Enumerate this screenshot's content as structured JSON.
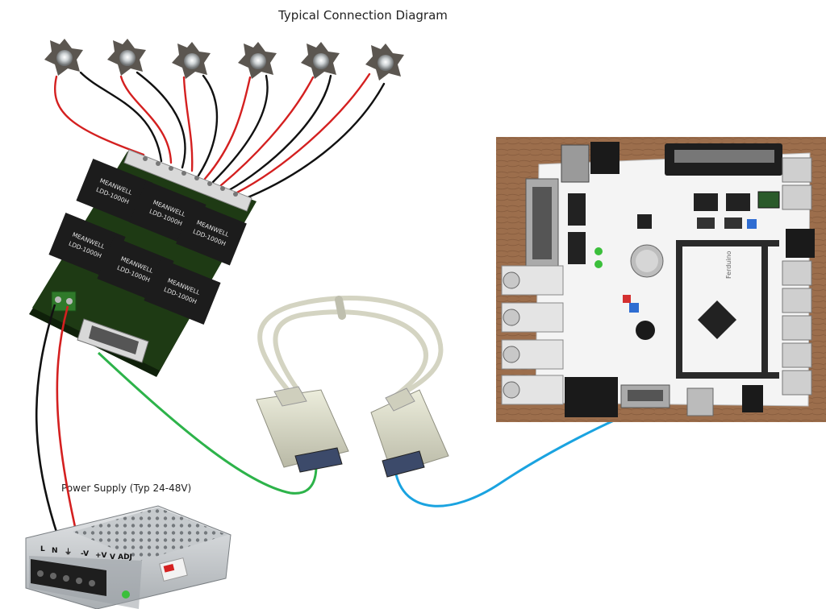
{
  "diagram": {
    "title": "Typical Connection Diagram",
    "power_supply_label": "Power Supply (Typ 24-48V)"
  },
  "driver_board": {
    "modules": [
      {
        "brand": "MEANWELL",
        "model": "LDD-1000H"
      },
      {
        "brand": "MEANWELL",
        "model": "LDD-1000H"
      },
      {
        "brand": "MEANWELL",
        "model": "LDD-1000H"
      },
      {
        "brand": "MEANWELL",
        "model": "LDD-1000H"
      },
      {
        "brand": "MEANWELL",
        "model": "LDD-1000H"
      },
      {
        "brand": "MEANWELL",
        "model": "LDD-1000H"
      }
    ]
  },
  "power_supply": {
    "terminals": [
      "L",
      "N",
      "⏚",
      "-V",
      "+V",
      "V ADJ"
    ]
  },
  "controller_board": {
    "silk_label": "Ferduino"
  },
  "colors": {
    "wire_red": "#d42020",
    "wire_black": "#111111",
    "wire_green": "#2db34a",
    "wire_blue": "#1aa3e0",
    "pcb_green": "#1e3a14",
    "module_black": "#1c1c1c",
    "cable_beige": "#dcdccc",
    "controller_bg": "#9c6e4c"
  },
  "icons": [
    "led-star-icon",
    "db9-male-connector-icon",
    "db9-female-connector-icon",
    "screw-terminal-icon"
  ]
}
